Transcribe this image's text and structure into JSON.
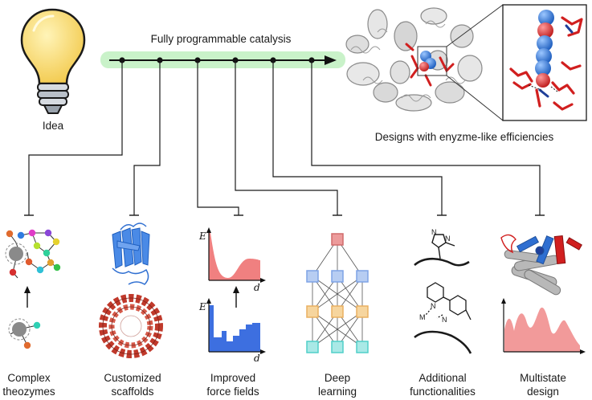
{
  "top": {
    "idea_label": "Idea",
    "arrow_label": "Fully programmable catalysis",
    "designs_caption": "Designs with enyzme-like efficiencies"
  },
  "columns": [
    {
      "line1": "Complex",
      "line2": "theozymes"
    },
    {
      "line1": "Customized",
      "line2": "scaffolds"
    },
    {
      "line1": "Improved",
      "line2": "force fields"
    },
    {
      "line1": "Deep",
      "line2": "learning"
    },
    {
      "line1": "Additional",
      "line2": "functionalities"
    },
    {
      "line1": "Multistate",
      "line2": "design"
    }
  ],
  "plot_axes": {
    "energy": "E",
    "distance": "d"
  },
  "colors": {
    "arrow_band": "#c9f2c9",
    "bulb_glass": "#f6d66a",
    "bulb_base": "#c8ced6",
    "protein_gray": "#cfcfcf",
    "active_site_red": "#d11f1f",
    "ligand_blue": "#3b7fd6",
    "scaffold_blue": "#2f6fd1",
    "scaffold_red": "#c0392b",
    "plot_red": "#f08080",
    "plot_blue": "#3d6fe0",
    "nn_pink": "#e79a9a",
    "nn_blue": "#8fb2ea",
    "nn_orange": "#f2c27a",
    "nn_cyan": "#63d3cf"
  }
}
